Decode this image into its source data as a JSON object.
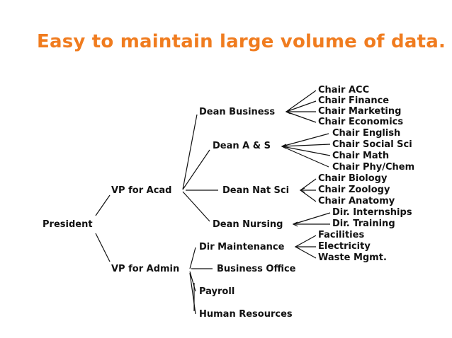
{
  "slide": {
    "title": "Easy to maintain large volume of data."
  },
  "org_chart": {
    "root": "President",
    "vp_acad": {
      "label": "VP for Acad",
      "dean_business": {
        "label": "Dean Business",
        "chairs": [
          "Chair ACC",
          "Chair Finance",
          "Chair Marketing",
          "Chair Economics"
        ]
      },
      "dean_as": {
        "label": "Dean A & S",
        "chairs": [
          "Chair English",
          "Chair Social Sci",
          "Chair Math",
          "Chair Phy/Chem"
        ]
      },
      "dean_natsci": {
        "label": "Dean Nat Sci",
        "chairs": [
          "Chair Biology",
          "Chair Zoology",
          "Chair Anatomy"
        ]
      },
      "dean_nursing": {
        "label": "Dean Nursing",
        "units": [
          "Dir. Internships",
          "Dir. Training"
        ]
      }
    },
    "vp_admin": {
      "label": "VP for Admin",
      "dir_maintenance": {
        "label": "Dir Maintenance",
        "units": [
          "Facilities",
          "Electricity",
          "Waste Mgmt."
        ]
      },
      "business_office": "Business Office",
      "payroll": "Payroll",
      "human_resources": "Human Resources"
    }
  }
}
